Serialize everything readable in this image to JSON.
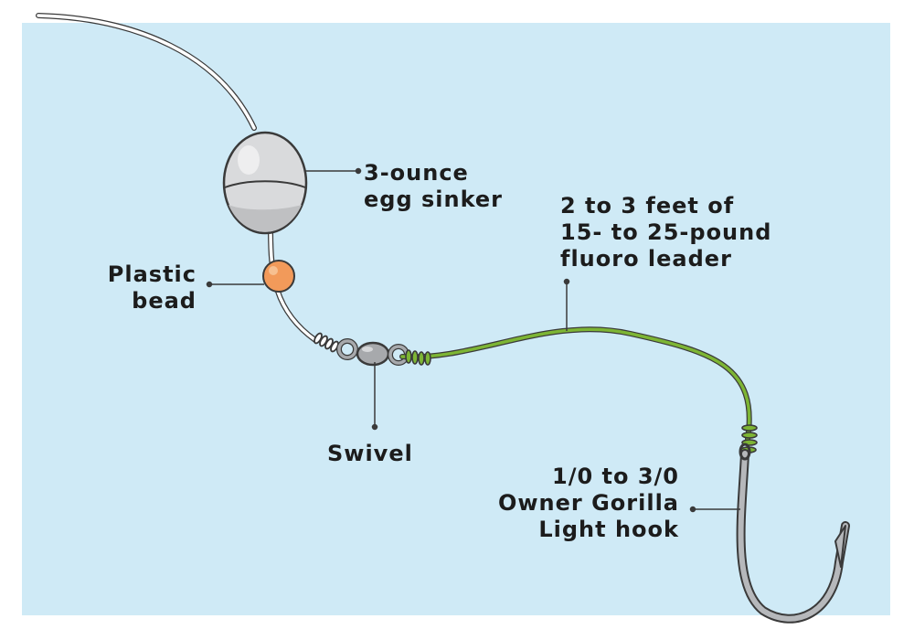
{
  "diagram": {
    "colors": {
      "background": "#cfeaf6",
      "mainline": "#ffffff",
      "leader": "#7db534",
      "sinker": "#d9dadc",
      "bead": "#f29a5a",
      "metal": "#a7a9ac",
      "outline": "#3a3a3a"
    },
    "labels": {
      "sinker": [
        "3-ounce",
        "egg sinker"
      ],
      "leader": [
        "2 to 3 feet of",
        "15- to 25-pound",
        "fluoro leader"
      ],
      "bead": [
        "Plastic",
        "bead"
      ],
      "swivel": [
        "Swivel"
      ],
      "hook": [
        "1/0 to 3/0",
        "Owner Gorilla",
        "Light hook"
      ]
    }
  }
}
